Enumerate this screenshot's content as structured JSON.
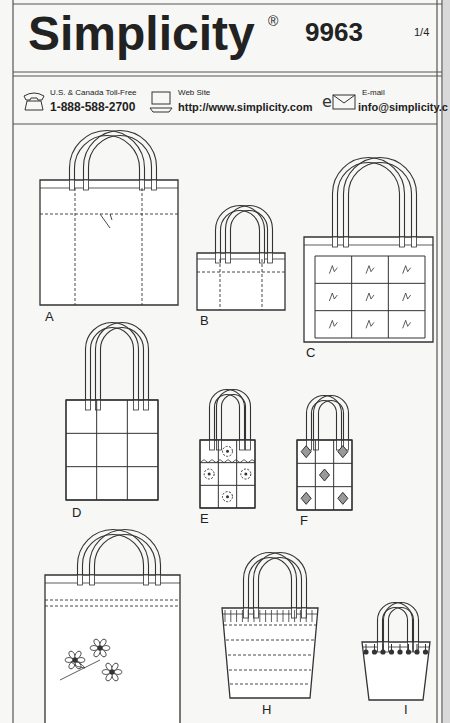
{
  "diagram": {
    "labels": [
      "Simplicity",
      "®",
      "9963",
      "1/4",
      "U.S. & Canada Toll-Free",
      "1-888-588-2700",
      "Web Site",
      "http://www.simplicity.com",
      "E-mail",
      "info@simplicity.c",
      "A",
      "B",
      "C",
      "D",
      "E",
      "F",
      "H",
      "I"
    ]
  }
}
